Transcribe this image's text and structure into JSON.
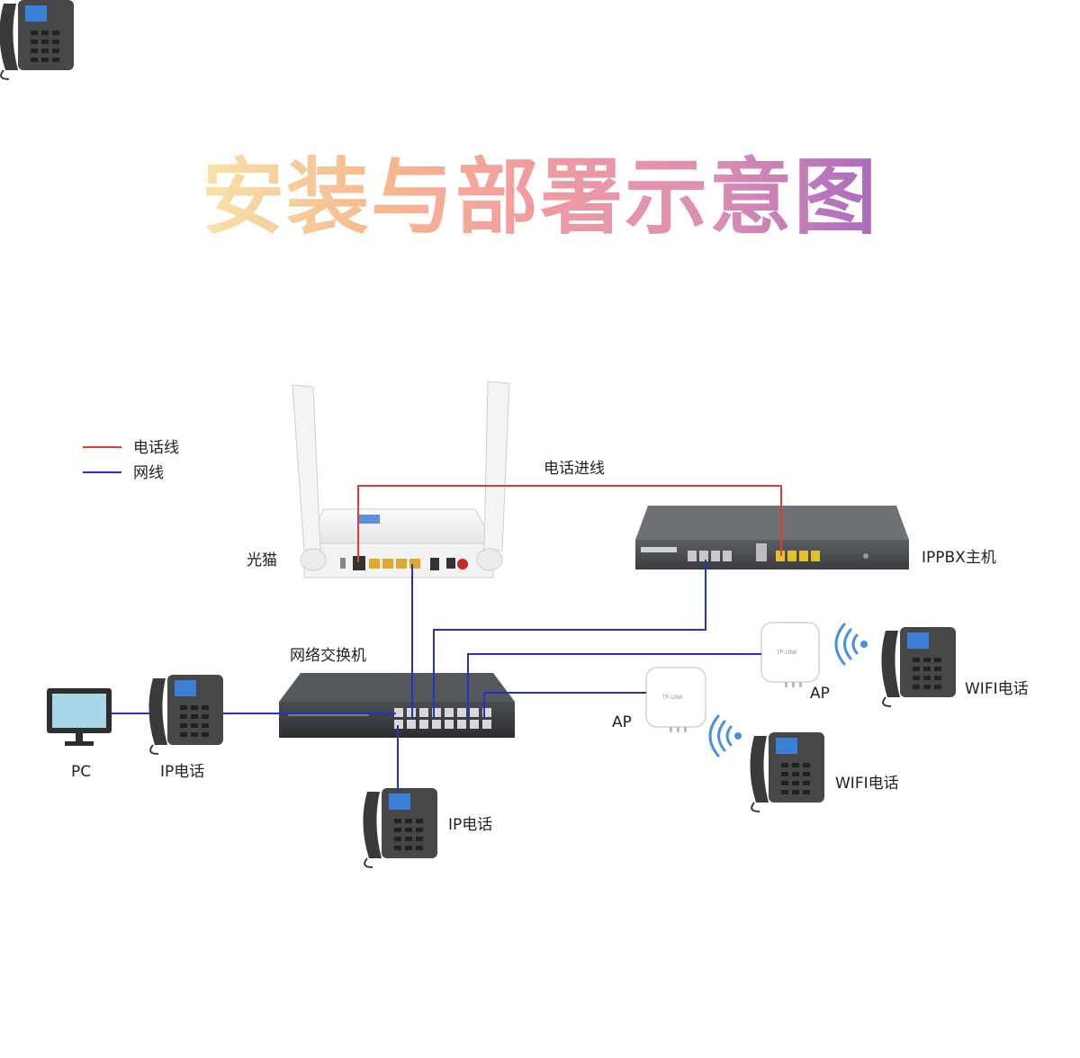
{
  "title": "安装与部署示意图",
  "legend": {
    "phone_line": "电话线",
    "network_line": "网线"
  },
  "labels": {
    "incoming_phone_line": "电话进线",
    "modem": "光猫",
    "ippbx": "IPPBX主机",
    "switch": "网络交换机",
    "pc": "PC",
    "ip_phone_left": "IP电话",
    "ip_phone_bottom": "IP电话",
    "ap_top": "AP",
    "ap_left": "AP",
    "wifi_phone_top": "WIFI电话",
    "wifi_phone_bottom": "WIFI电话"
  },
  "colors": {
    "phone_line": "#e53935",
    "network_line": "#2233cc",
    "wifi_signal": "#4a90e2"
  }
}
